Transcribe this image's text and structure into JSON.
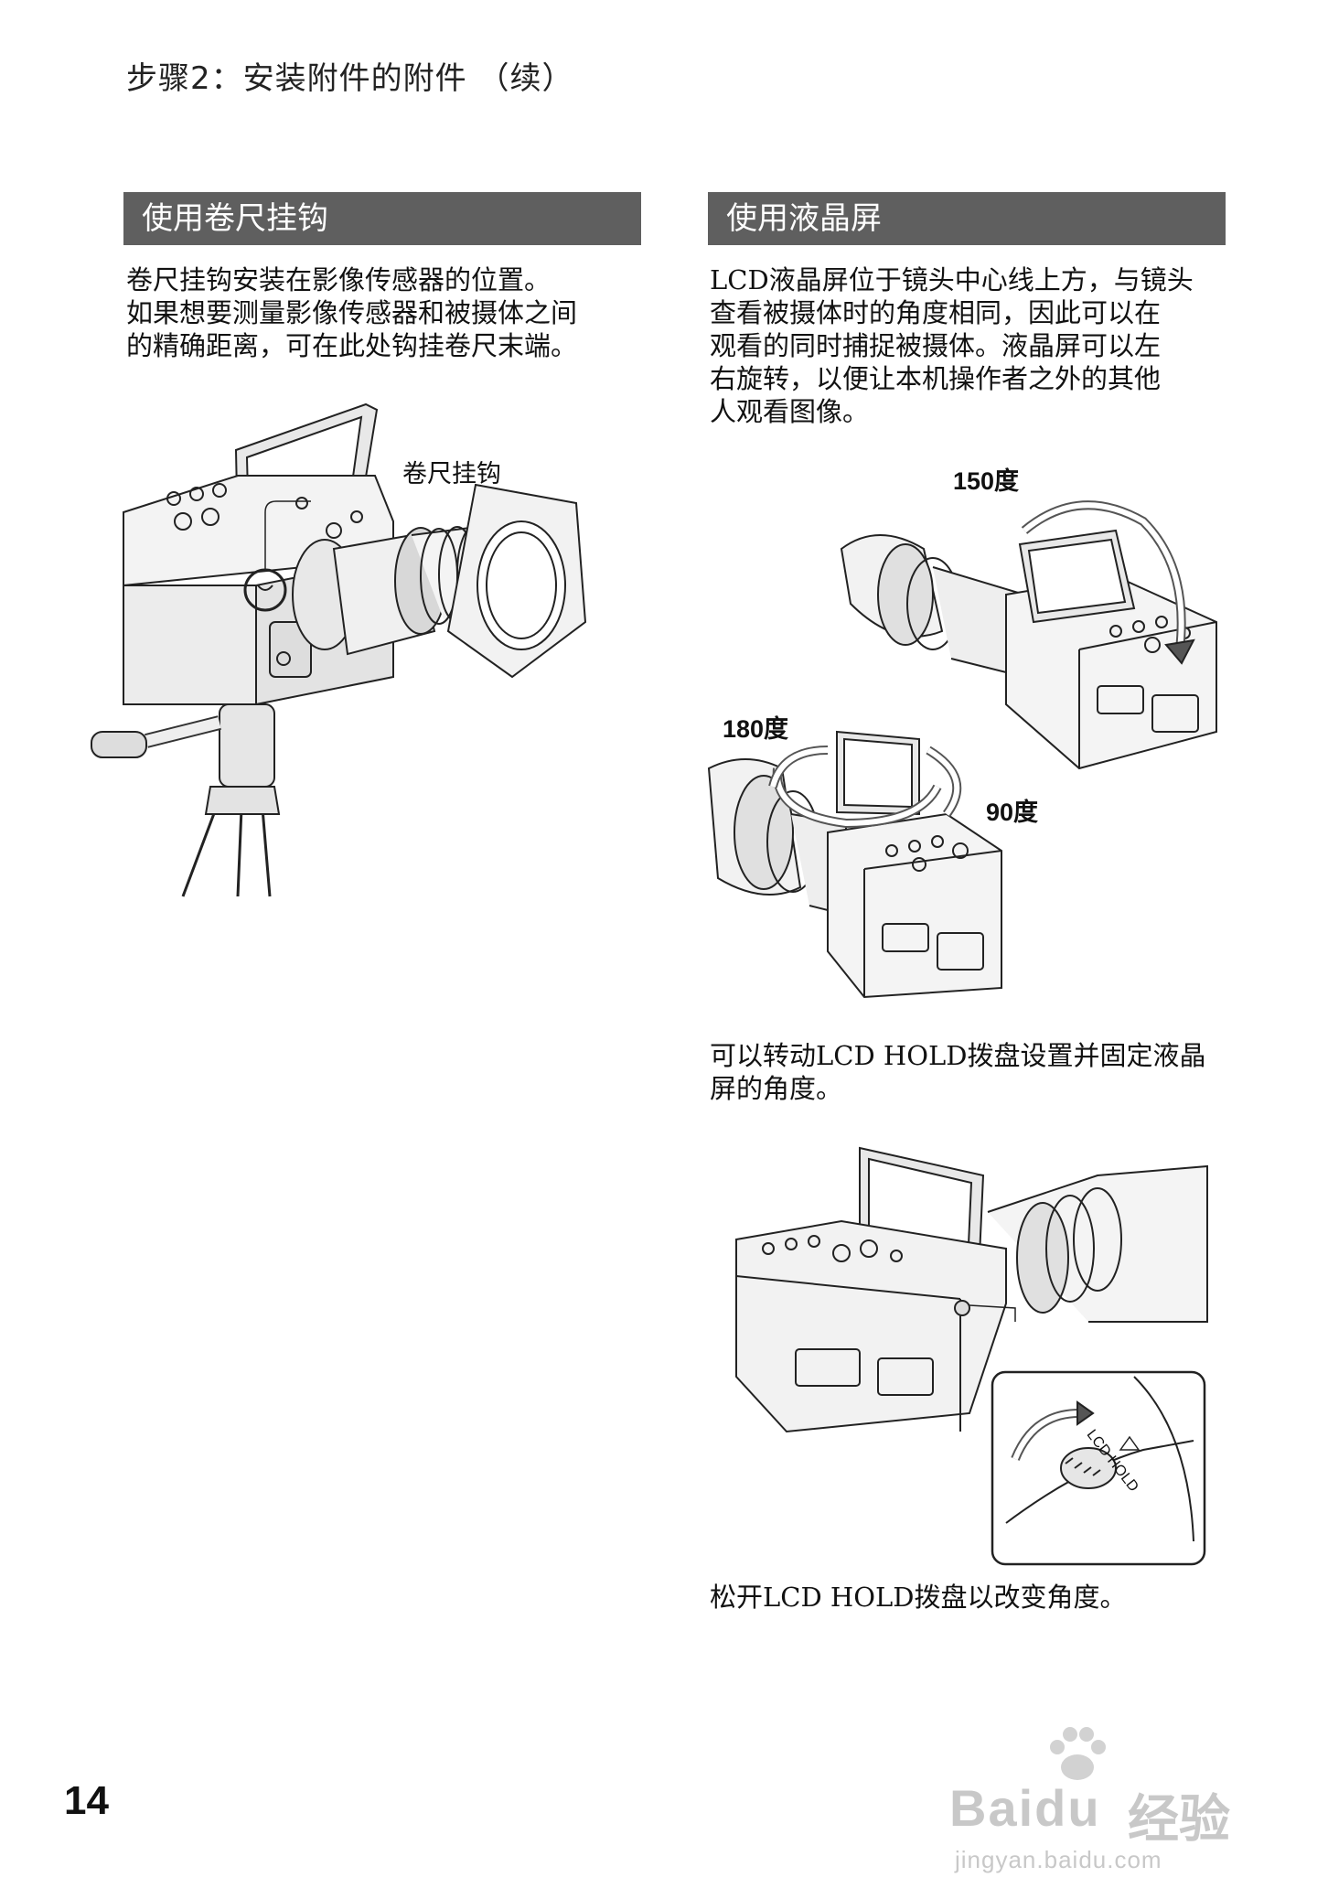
{
  "header": {
    "title": "步骤2：安装附件的附件 （续）"
  },
  "left": {
    "heading": "使用卷尺挂钩",
    "paragraph": [
      "卷尺挂钩安装在影像传感器的位置。",
      "如果想要测量影像传感器和被摄体之间",
      "的精确距离，可在此处钩挂卷尺末端。"
    ],
    "figure_label": "卷尺挂钩"
  },
  "right": {
    "heading": "使用液晶屏",
    "paragraph": [
      "LCD液晶屏位于镜头中心线上方，与镜头",
      "查看被摄体时的角度相同，因此可以在",
      "观看的同时捕捉被摄体。液晶屏可以左",
      "右旋转，以便让本机操作者之外的其他",
      "人观看图像。"
    ],
    "angle_labels": {
      "a150": "150度",
      "a180": "180度",
      "a90": "90度"
    },
    "caption1": [
      "可以转动LCD HOLD拨盘设置并固定液晶",
      "屏的角度。"
    ],
    "inset_text": "LCD HOLD",
    "caption2": "松开LCD HOLD拨盘以改变角度。"
  },
  "page_number": "14",
  "watermark": {
    "brand": "Bai",
    "brand2": "du",
    "cn": "经验",
    "url": "jingyan.baidu.com"
  }
}
